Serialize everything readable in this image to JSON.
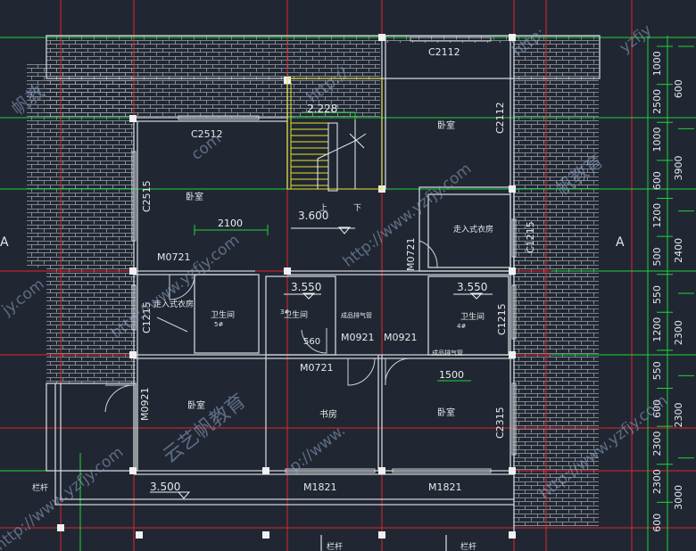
{
  "colors": {
    "background": "#202732",
    "wall": "#cfd3d8",
    "axis": "#e2242b",
    "dimension": "#1fd33a",
    "stair": "#e8e230",
    "text": "#e6e8ea",
    "watermark": "#8fa6c8",
    "tile": "#9aa1a9"
  },
  "rooms": {
    "bedroom_nw": "卧室",
    "bedroom_ne": "卧室",
    "bedroom_sw": "卧室",
    "bedroom_se": "卧室",
    "study": "书房",
    "closet_w": "走入式衣房",
    "closet_e": "走入式衣房",
    "bath_w": "卫生间",
    "bath_mid": "卫生间",
    "bath_e": "卫生间",
    "bath_w_tag": "5#",
    "bath_mid_tag": "3#",
    "bath_e_tag": "4#",
    "vent_1": "成品排气管",
    "vent_2": "成品排气管",
    "stair_up": "上",
    "stair_down": "下"
  },
  "labels": {
    "c2112_top": "C2112",
    "c2112_side": "C2112",
    "c2512": "C2512",
    "c2515": "C2515",
    "c1215_e": "C1215",
    "c1215_w": "C1215",
    "c1215_bath": "C1215",
    "c2315": "C2315",
    "m0721_w": "M0721",
    "m0721_e": "M0721",
    "m0721_s": "M0721",
    "m0921_a": "M0921",
    "m0921_b": "M0921",
    "m0921_w": "M0921",
    "m1821_a": "M1821",
    "m1821_b": "M1821",
    "railing_w": "栏杆",
    "railing_s1": "栏杆",
    "railing_s2": "栏杆",
    "section_l": "A",
    "section_r": "A",
    "dim_2100": "2100",
    "dim_1500": "1500",
    "dim_560": "560"
  },
  "levels": {
    "stair": "2.228",
    "hall": "3.600",
    "bath_mid": "3.550",
    "bath_e": "3.550",
    "balcony": "3.500"
  },
  "right_dims": {
    "inner": [
      "1000",
      "2500",
      "1000",
      "600",
      "1200",
      "500",
      "550",
      "1200",
      "550",
      "600",
      "2300",
      "2300",
      "600"
    ],
    "outer": [
      "600",
      "3900",
      "2400",
      "2300",
      "2300",
      "3000"
    ]
  },
  "watermarks": {
    "brand": "云艺帆教育",
    "url": "http://www.yzfjy.com",
    "url_2": "http://www.yzfjy.com",
    "url_3": "http://www.yzfjy.com",
    "url_4": "http://www.yzfjy.com",
    "fragment_1": "com",
    "fragment_2": "jy.com",
    "fragment_3": "yzfjy",
    "fragment_4": "p://www.",
    "fragment_5": "http://",
    "fragment_6": "http:",
    "fragment_7": "帆教",
    "fragment_8": "帆教育"
  }
}
